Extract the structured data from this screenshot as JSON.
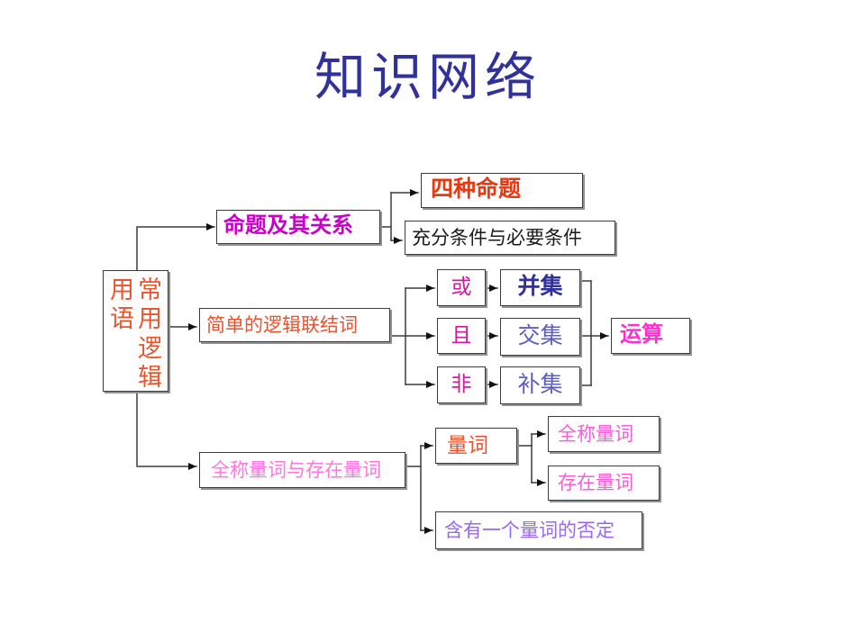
{
  "slide": {
    "title": "知识网络",
    "title_color": "#31319B",
    "background": "#FFFFFF"
  },
  "diagram": {
    "root": {
      "label_left_column": "用语",
      "label_right_column": "常用逻辑",
      "full_label": "常用逻辑用语",
      "color": "#E8562E"
    },
    "branch_propositions": {
      "node": {
        "label": "命题及其关系",
        "color": "#C800C8"
      },
      "four_propositions": {
        "label": "四种命题",
        "color": "#E8380F"
      },
      "sufficient_necessary": {
        "label": "充分条件与必要条件",
        "color": "#1A1A1A"
      }
    },
    "branch_connectives": {
      "node": {
        "label": "简单的逻辑联结词",
        "color": "#E8532F"
      },
      "or": {
        "label": "或",
        "color": "#D1199E"
      },
      "and": {
        "label": "且",
        "color": "#D1199E"
      },
      "not": {
        "label": "非",
        "color": "#D1199E"
      },
      "union": {
        "label": "并集",
        "color": "#31319B"
      },
      "intersection": {
        "label": "交集",
        "color": "#5E5EBE"
      },
      "complement": {
        "label": "补集",
        "color": "#5E5EBE"
      },
      "operation": {
        "label": "运算",
        "color": "#FF2ECC"
      }
    },
    "branch_quantifiers": {
      "node": {
        "label": "全称量词与存在量词",
        "color": "#FF77DC"
      },
      "quantifier": {
        "label": "量词",
        "color": "#E8532F"
      },
      "universal": {
        "label": "全称量词",
        "color": "#F45FD4"
      },
      "existential": {
        "label": "存在量词",
        "color": "#F45FD4"
      },
      "negation": {
        "label": "含有一个量词的否定",
        "color": "#9966F2"
      }
    }
  }
}
